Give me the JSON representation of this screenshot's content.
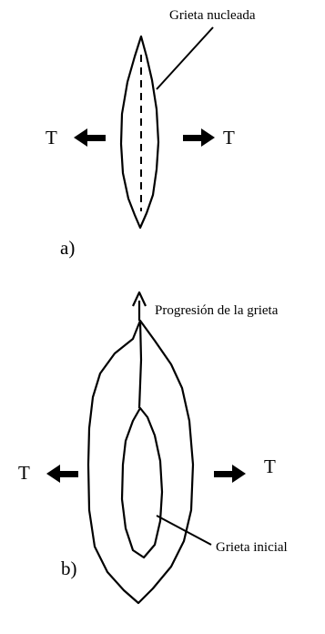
{
  "panel_a": {
    "label": "a)",
    "annotation": "Grieta nucleada",
    "force_left": "T",
    "force_right": "T"
  },
  "panel_b": {
    "label": "b)",
    "annotation_top": "Progresión de la grieta",
    "annotation_inner": "Grieta inicial",
    "force_left": "T",
    "force_right": "T"
  },
  "colors": {
    "ink": "#000000",
    "background": "#ffffff"
  }
}
